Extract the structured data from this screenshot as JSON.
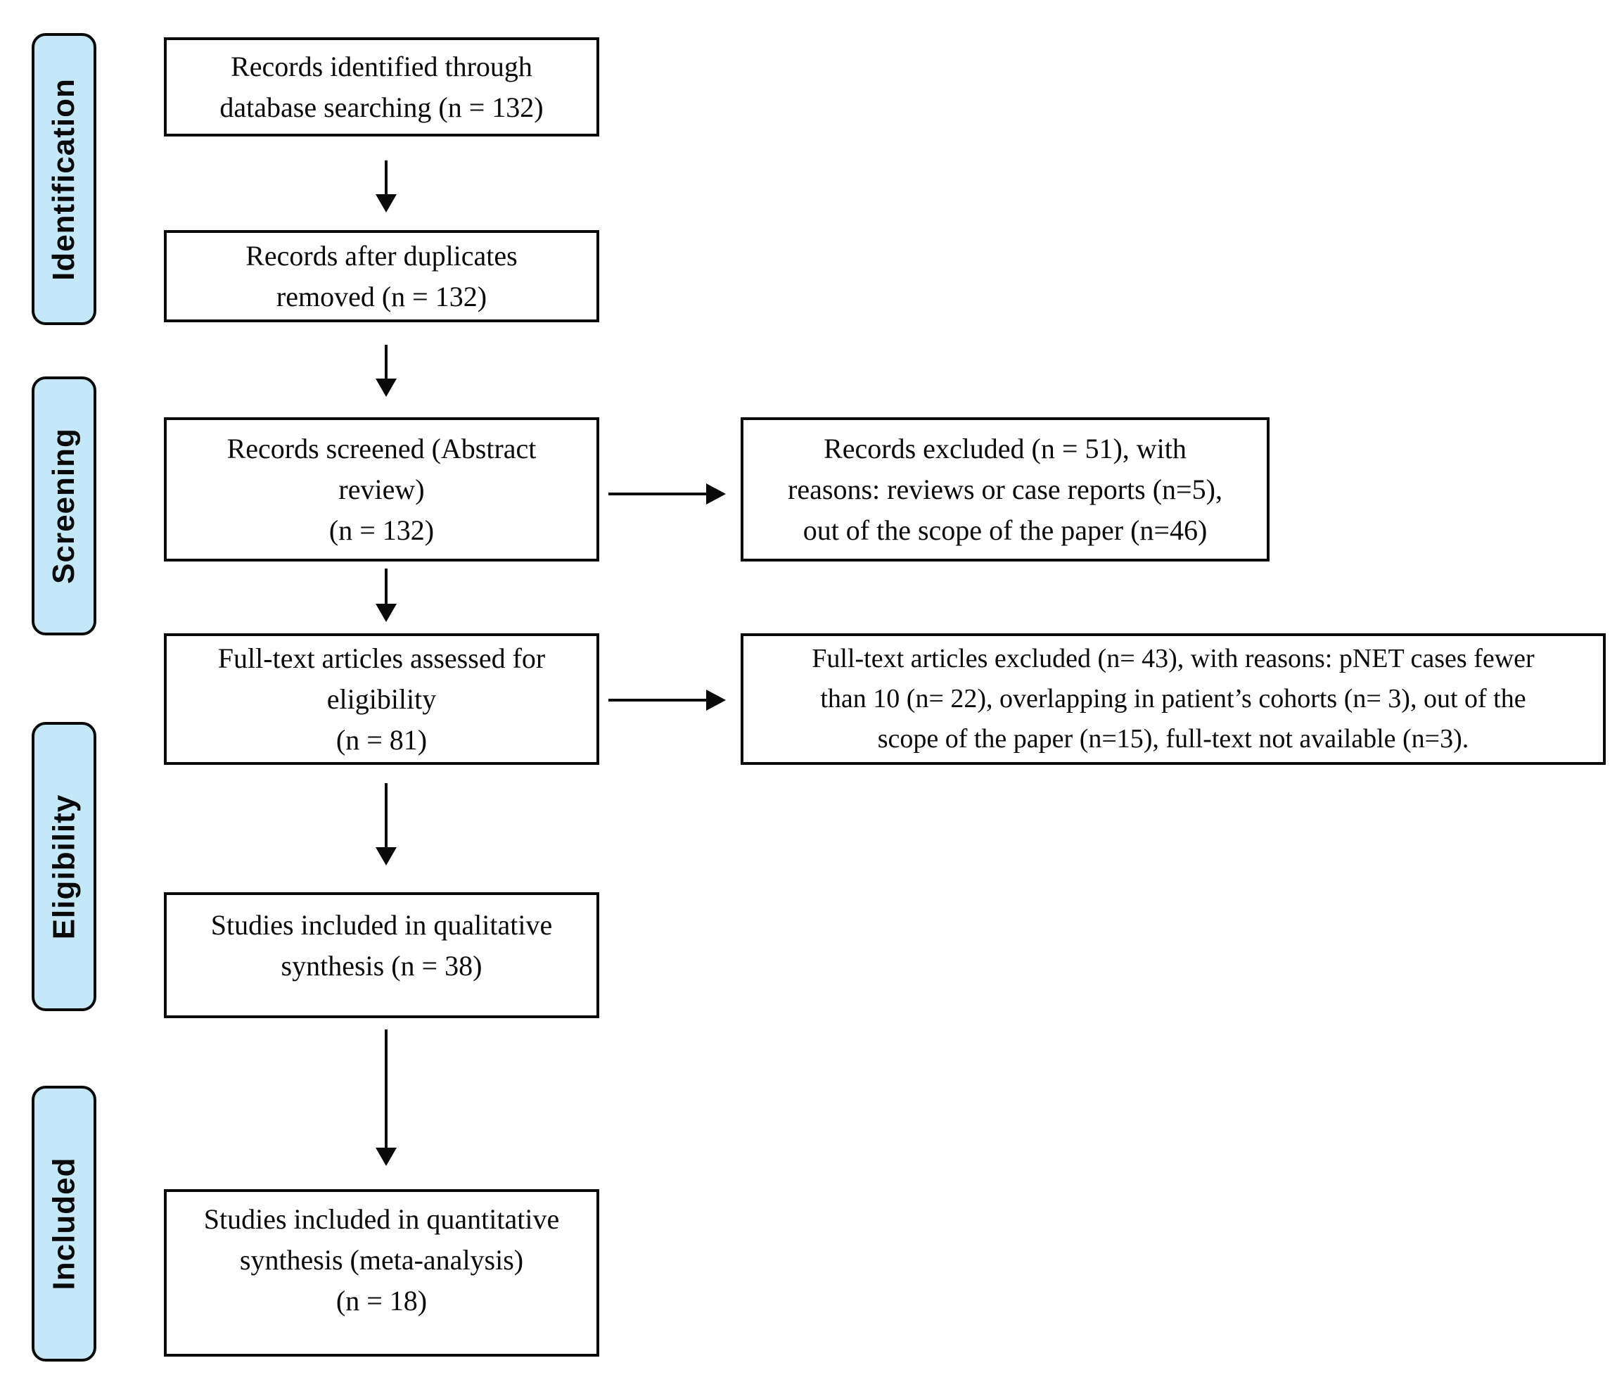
{
  "diagram_title": "PRISMA study selection flow diagram",
  "colors": {
    "stage_fill": "#c5e8f8",
    "stage_border": "#0a0a0a",
    "box_border": "#0a0a0a",
    "box_fill": "#ffffff",
    "text": "#0a0a0a",
    "background": "#ffffff"
  },
  "stages": [
    {
      "label": "Identification"
    },
    {
      "label": "Screening"
    },
    {
      "label": "Eligibility"
    },
    {
      "label": "Included"
    }
  ],
  "flow_boxes": [
    {
      "id": "records-identified",
      "text": "Records identified through\ndatabase searching (n = 132)"
    },
    {
      "id": "duplicates-removed",
      "text": "Records after duplicates\nremoved (n = 132)"
    },
    {
      "id": "records-screened",
      "text": "Records screened (Abstract\nreview)\n(n = 132)"
    },
    {
      "id": "fulltext-assessed",
      "text": "Full-text articles assessed for\neligibility\n(n = 81)"
    },
    {
      "id": "qualitative-synthesis",
      "text": "Studies included in qualitative\nsynthesis (n = 38)"
    },
    {
      "id": "quantitative-synthesis",
      "text": "Studies included in quantitative\nsynthesis (meta-analysis)\n(n = 18)"
    }
  ],
  "exclusion_boxes": [
    {
      "id": "records-excluded",
      "text": "Records excluded (n = 51), with\nreasons: reviews or case reports (n=5),\nout of the scope of the paper (n=46)"
    },
    {
      "id": "fulltext-excluded",
      "text": "Full-text articles excluded (n= 43), with reasons: pNET cases fewer\nthan 10 (n= 22), overlapping in patient’s cohorts (n= 3), out of the\nscope of the paper (n=15), full-text not available (n=3)."
    }
  ]
}
